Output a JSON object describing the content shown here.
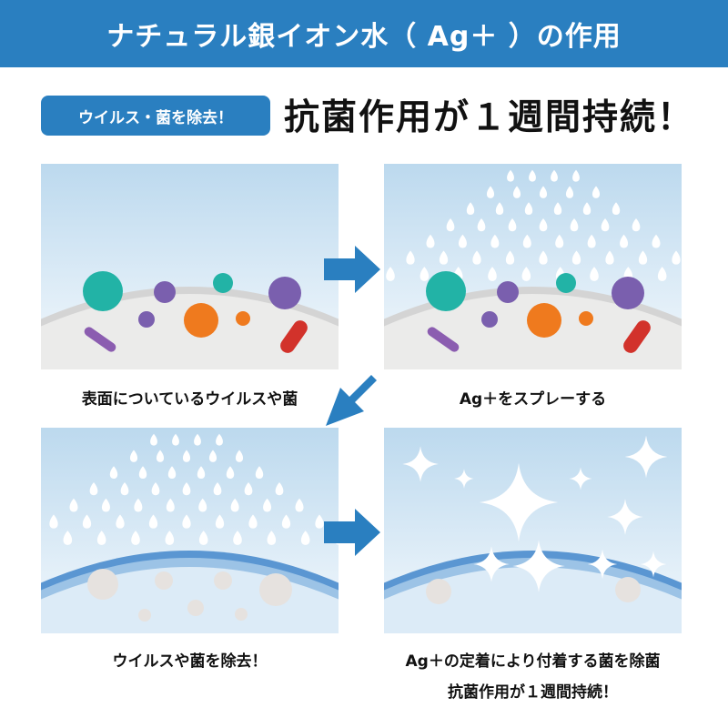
{
  "header": {
    "title": "ナチュラル銀イオン水（ Ag＋ ）の作用"
  },
  "intro": {
    "tag_label": "ウイルス・菌を除去！",
    "headline": "抗菌作用が１週間持続！"
  },
  "steps": [
    {
      "caption": "表面についているウイルスや菌"
    },
    {
      "caption": "Ag＋をスプレーする"
    },
    {
      "caption": "ウイルスや菌を除去！"
    },
    {
      "caption_line1": "Ag＋の定着により付着する菌を除菌",
      "caption_line2": "抗菌作用が１週間持続！"
    }
  ],
  "colors": {
    "brand_blue": "#2a7fc0",
    "sky_light": "#eaf4fb",
    "sky_mid": "#bcd9ee",
    "virus_teal": "#22b3a6",
    "virus_purple": "#7a5fae",
    "virus_orange": "#ef7a1e",
    "bacteria_red": "#d2322b",
    "bacteria_violet": "#8b5db0",
    "surface_gray": "#cfcfcf",
    "surface_blue": "#5a96d2"
  },
  "icons": [
    "virus-icon",
    "bacteria-icon",
    "droplet-icon",
    "sparkle-icon",
    "arrow-right-icon",
    "arrow-down-left-icon"
  ]
}
